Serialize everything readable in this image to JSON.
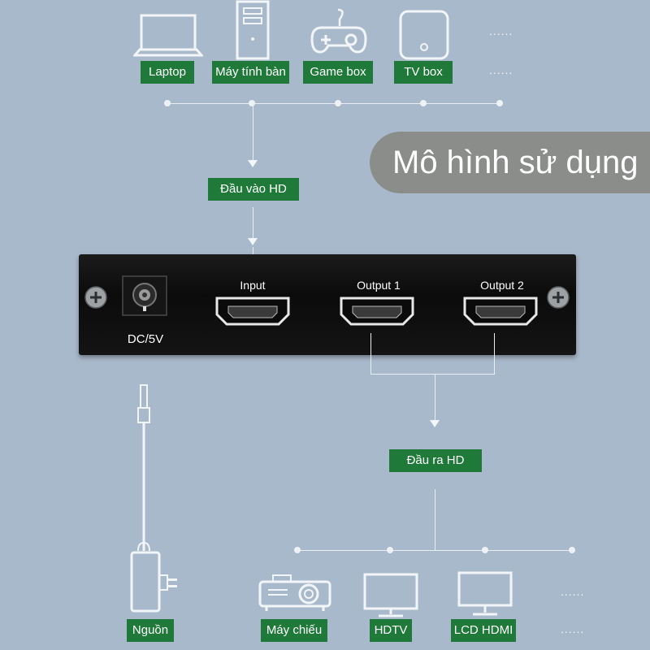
{
  "banner": {
    "title": "Mô hình sử dụng"
  },
  "sources": [
    {
      "label": "Laptop",
      "icon": "laptop-icon"
    },
    {
      "label": "Máy tính bàn",
      "icon": "desktop-tower-icon"
    },
    {
      "label": "Game box",
      "icon": "gamepad-icon"
    },
    {
      "label": "TV box",
      "icon": "tv-box-icon"
    }
  ],
  "input_label": "Đầu vào HD",
  "output_label": "Đầu ra HD",
  "device": {
    "dc_label": "DC/5V",
    "ports": [
      "Input",
      "Output 1",
      "Output 2"
    ]
  },
  "power": {
    "label": "Nguồn",
    "icon": "power-adapter-icon"
  },
  "outputs": [
    {
      "label": "Máy chiếu",
      "icon": "projector-icon"
    },
    {
      "label": "HDTV",
      "icon": "hdtv-icon"
    },
    {
      "label": "LCD HDMI",
      "icon": "lcd-monitor-icon"
    }
  ],
  "ellipsis": "......",
  "colors": {
    "background": "#a9b9cc",
    "tag": "#1f7a3a",
    "banner": "#8a8d8a",
    "device": "#111111"
  }
}
